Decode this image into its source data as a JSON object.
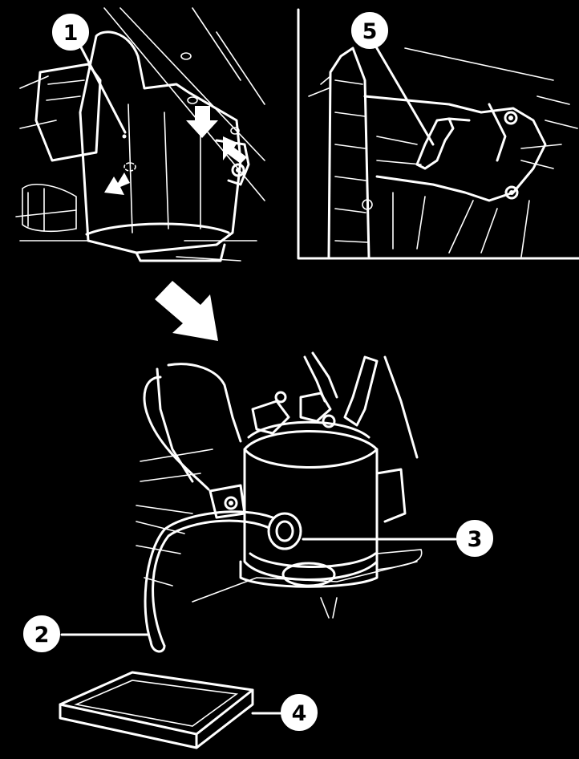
{
  "callouts": [
    {
      "id": "c1",
      "label": "1"
    },
    {
      "id": "c2",
      "label": "2"
    },
    {
      "id": "c3",
      "label": "3"
    },
    {
      "id": "c4",
      "label": "4"
    },
    {
      "id": "c5",
      "label": "5"
    }
  ],
  "colors": {
    "background": "#000000",
    "line": "#ffffff"
  }
}
